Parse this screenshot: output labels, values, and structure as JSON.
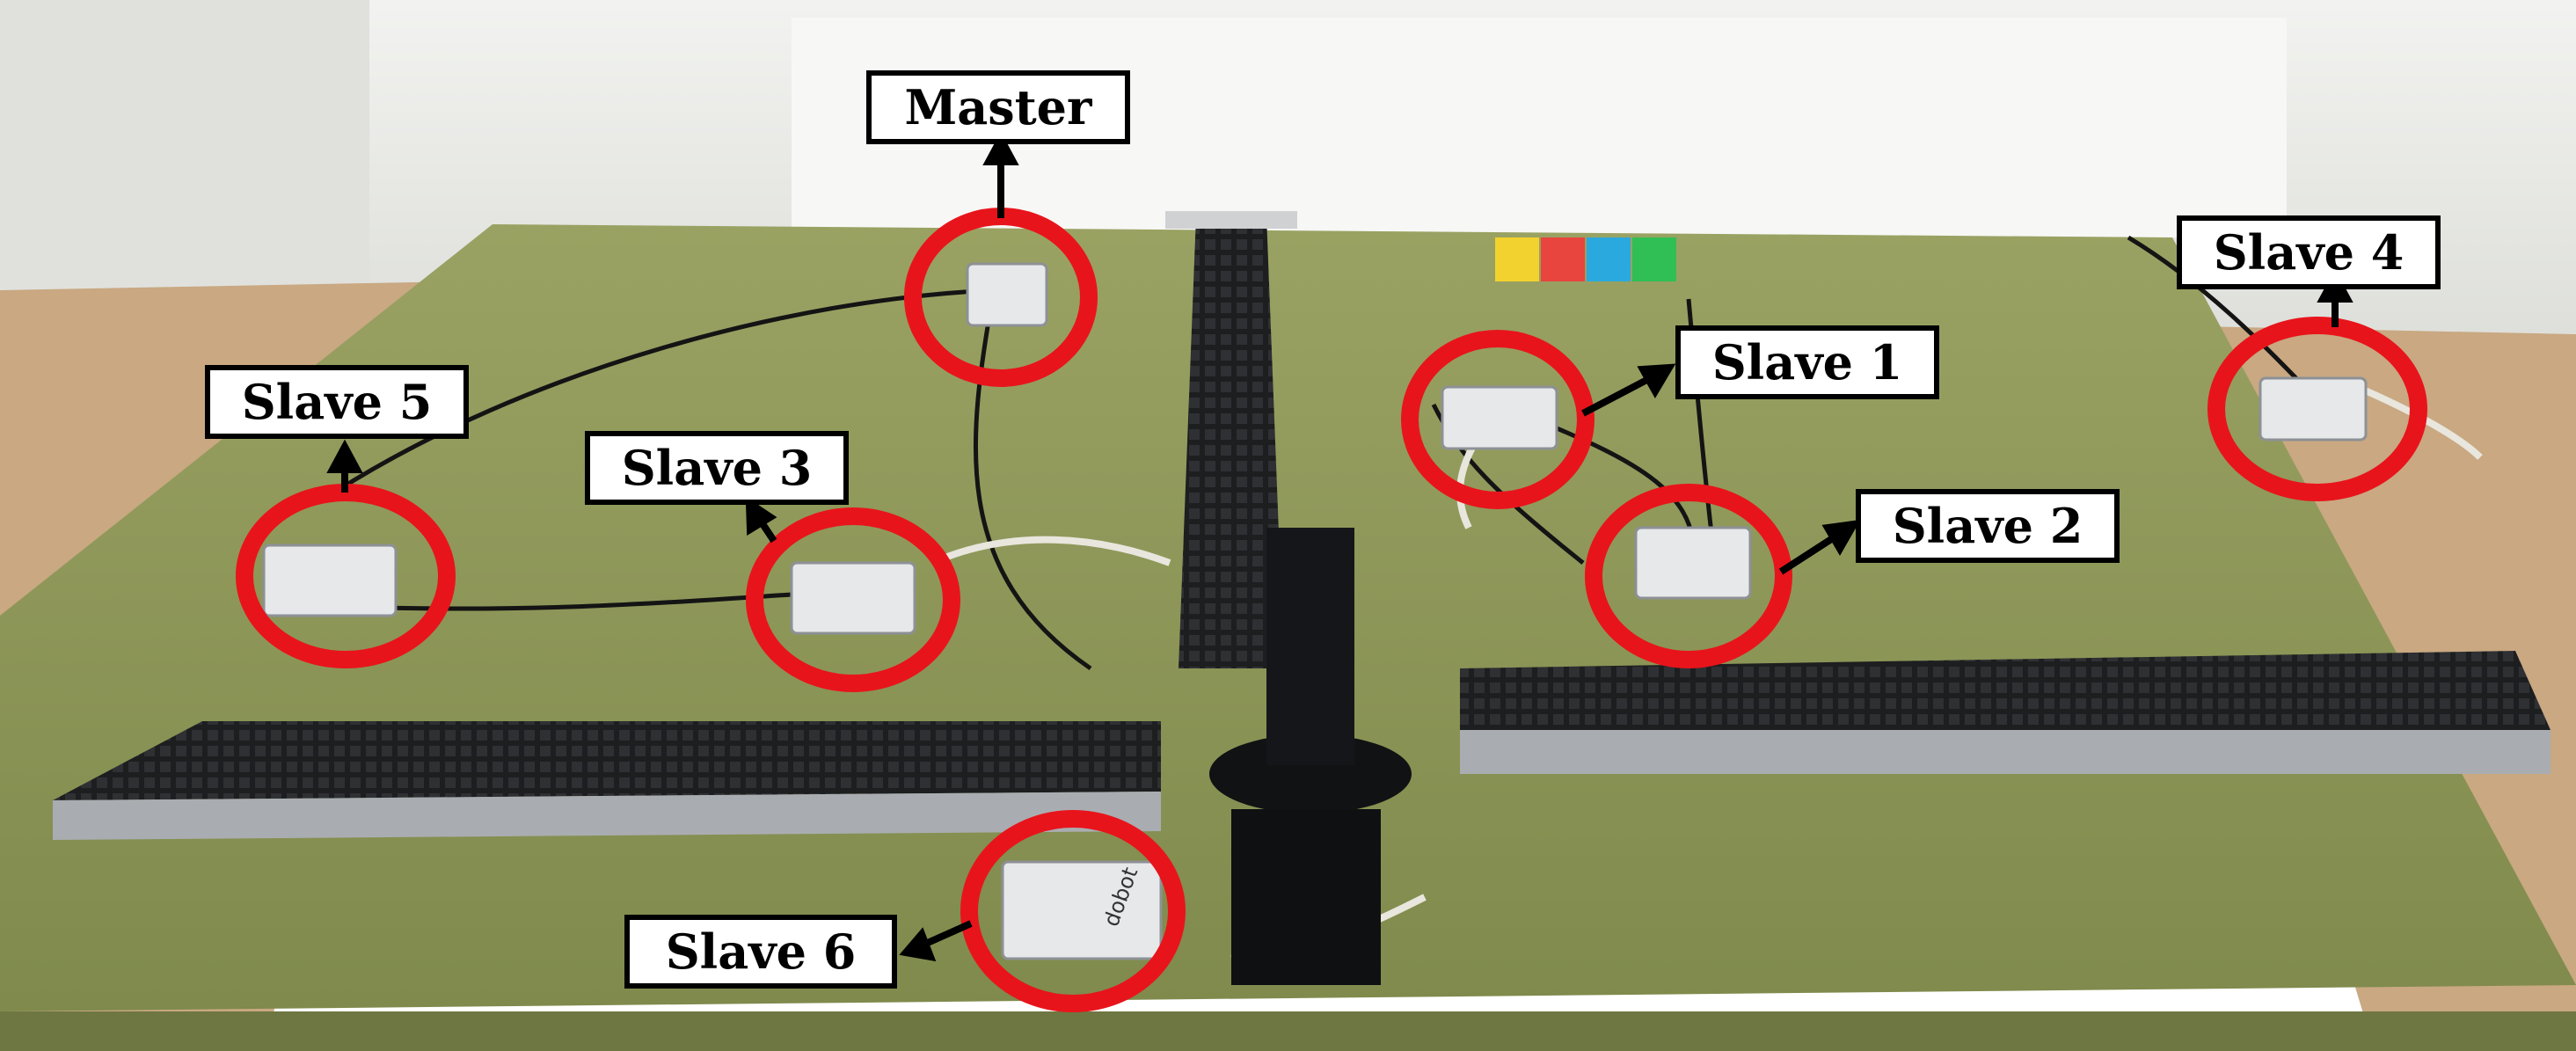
{
  "labels": {
    "master": "Master",
    "slave1": "Slave 1",
    "slave2": "Slave 2",
    "slave3": "Slave 3",
    "slave4": "Slave 4",
    "slave5": "Slave 5",
    "slave6": "Slave 6"
  },
  "box_text": "dobot",
  "colors": {
    "marker": "#e8141b",
    "table": "#8c9458",
    "wall": "#e9eae6",
    "conveyor": "#1d1e20",
    "controller": "#e6e8ea"
  },
  "block_colors": [
    "#f2d22e",
    "#e8453f",
    "#2aa9df",
    "#2fbf55"
  ]
}
